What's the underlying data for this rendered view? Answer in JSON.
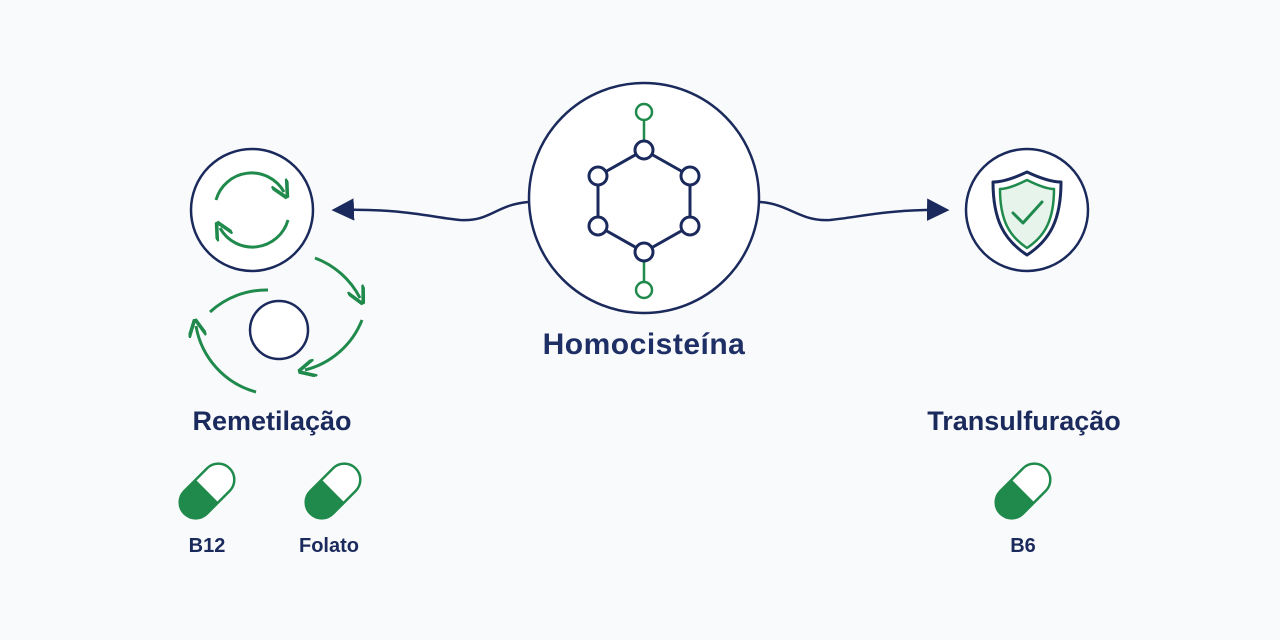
{
  "center": {
    "label": "Homocisteína",
    "icon": "molecule-icon"
  },
  "left_path": {
    "label": "Remetilação",
    "icon": "cycle-arrows-icon",
    "vitamins": [
      {
        "label": "B12",
        "icon": "capsule-icon"
      },
      {
        "label": "Folato",
        "icon": "capsule-icon"
      }
    ]
  },
  "right_path": {
    "label": "Transulfuração",
    "icon": "shield-check-icon",
    "vitamins": [
      {
        "label": "B6",
        "icon": "capsule-icon"
      }
    ]
  },
  "colors": {
    "navy": "#1b2a5c",
    "green": "#1f8a4c",
    "background": "#f9fafb"
  }
}
